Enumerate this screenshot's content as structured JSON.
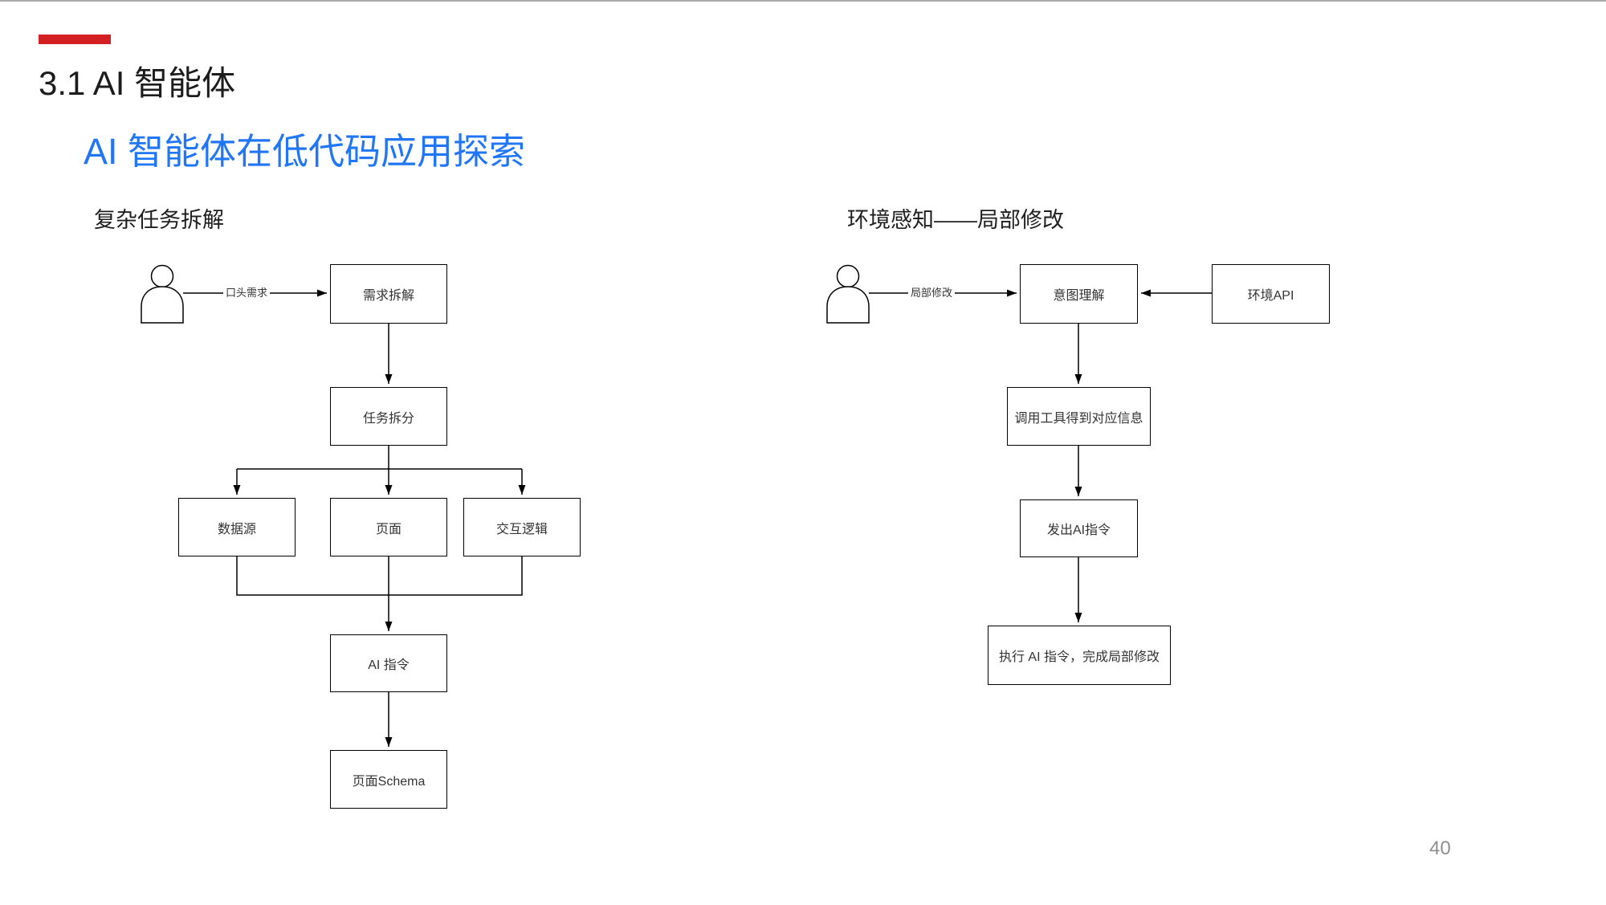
{
  "page": {
    "title": "3.1 AI 智能体",
    "subtitle": "AI 智能体在低代码应用探索",
    "page_number": "40"
  },
  "colors": {
    "accent_red": "#D22023",
    "subtitle_blue": "#2176F5",
    "diagram_line": "#000000",
    "box_border": "#000000",
    "page_number_gray": "#8F8F8F"
  },
  "left_diagram": {
    "heading": "复杂任务拆解",
    "actor_icon": "person-icon",
    "actor_edge_label": "口头需求",
    "nodes": {
      "requirement_split": "需求拆解",
      "task_split": "任务拆分",
      "data_source": "数据源",
      "page": "页面",
      "interaction_logic": "交互逻辑",
      "ai_command": "AI 指令",
      "page_schema": "页面Schema"
    }
  },
  "right_diagram": {
    "heading": "环境感知——局部修改",
    "actor_icon": "person-icon",
    "actor_edge_label": "局部修改",
    "nodes": {
      "intent_understanding": "意图理解",
      "env_api": "环境API",
      "tool_info": "调用工具得到对应信息",
      "issue_ai_command": "发出AI指令",
      "execute_ai_command": "执行 AI 指令，完成局部修改"
    }
  }
}
